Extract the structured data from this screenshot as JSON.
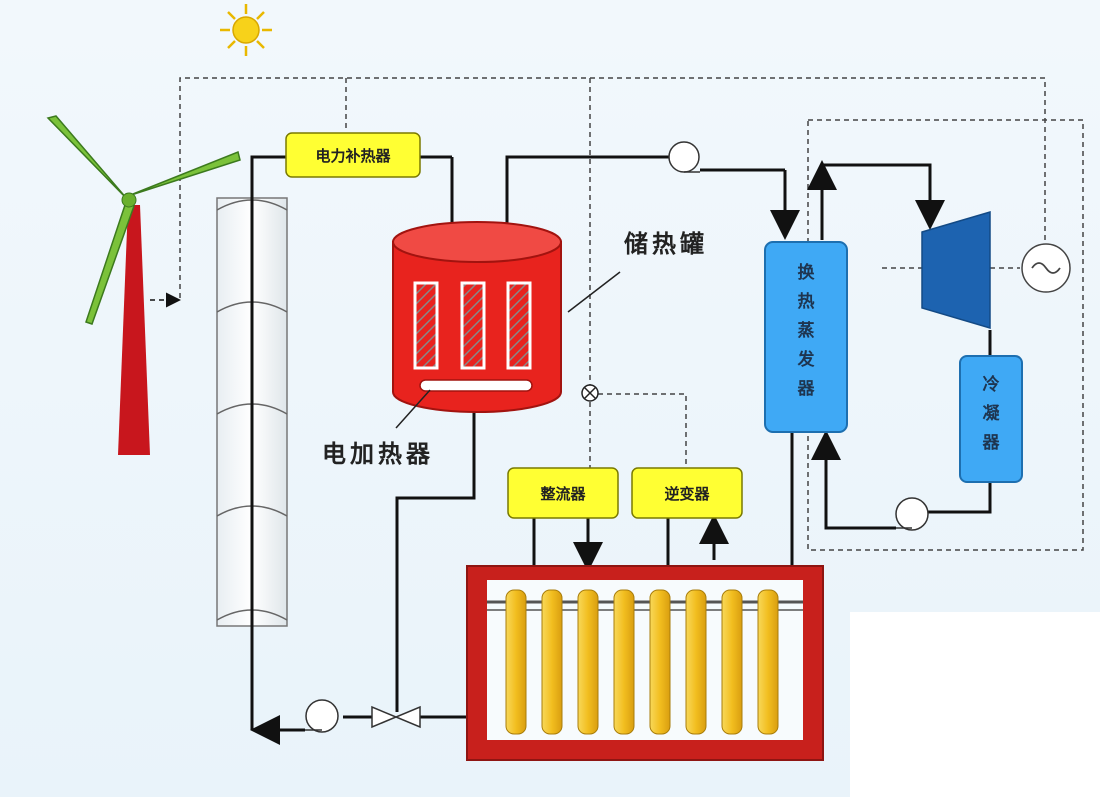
{
  "labels": {
    "storage_tank": "储热罐",
    "electric_heater": "电加热器",
    "power_supplement_heater": "电力补热器",
    "rectifier": "整流器",
    "inverter": "逆变器",
    "evaporator": [
      "换",
      "热",
      "蒸",
      "发",
      "器"
    ],
    "condenser": [
      "冷",
      "凝",
      "器"
    ]
  },
  "colors": {
    "tank": "#e8231e",
    "turbine": "#1d63b0",
    "exchanger": "#3fa9f5",
    "yellow_box": "#ffff33",
    "battery_frame": "#c8201c",
    "battery_cell": "#f2be1f",
    "turbine_tower": "#c8161d",
    "blade": "#7bc23a",
    "sun": "#f7d21a"
  },
  "icons": [
    "sun-icon",
    "wind-turbine-icon",
    "pump-icon",
    "valve-icon",
    "generator-icon",
    "crossed-valve-icon"
  ]
}
